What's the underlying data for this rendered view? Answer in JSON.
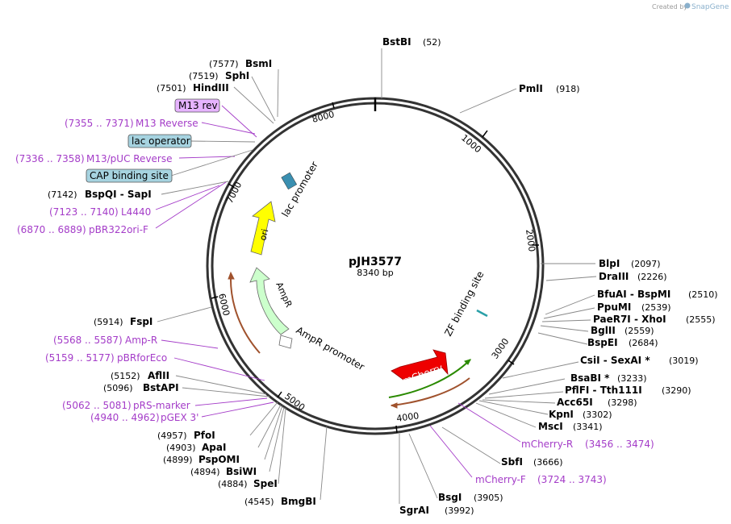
{
  "credit": {
    "prefix": "Created by",
    "brand": "SnapGene"
  },
  "plasmid": {
    "name": "pJH3577",
    "size": "8340 bp"
  },
  "ticks": [
    "1000",
    "2000",
    "3000",
    "4000",
    "5000",
    "6000",
    "7000",
    "8000"
  ],
  "sites": [
    {
      "name": "BstBI",
      "pos": "(52)"
    },
    {
      "name": "PmlI",
      "pos": "(918)"
    },
    {
      "name": "BlpI",
      "pos": "(2097)"
    },
    {
      "name": "DraIII",
      "pos": "(2226)"
    },
    {
      "name": "BfuAI  -  BspMI",
      "pos": "(2510)"
    },
    {
      "name": "PpuMI",
      "pos": "(2539)"
    },
    {
      "name": "PaeR7I  -  XhoI",
      "pos": "(2555)"
    },
    {
      "name": "BglII",
      "pos": "(2559)"
    },
    {
      "name": "BspEI",
      "pos": "(2684)"
    },
    {
      "name": "CsiI  -  SexAI *",
      "pos": "(3019)"
    },
    {
      "name": "BsaBI *",
      "pos": "(3233)"
    },
    {
      "name": "PflFI  -  Tth111I",
      "pos": "(3290)"
    },
    {
      "name": "Acc65I",
      "pos": "(3298)"
    },
    {
      "name": "KpnI",
      "pos": "(3302)"
    },
    {
      "name": "MscI",
      "pos": "(3341)"
    },
    {
      "name": "SbfI",
      "pos": "(3666)"
    },
    {
      "name": "BsgI",
      "pos": "(3905)"
    },
    {
      "name": "SgrAI",
      "pos": "(3992)"
    },
    {
      "name": "BmgBI",
      "pos": "(4545)"
    },
    {
      "name": "SpeI",
      "pos": "(4884)"
    },
    {
      "name": "BsiWI",
      "pos": "(4894)"
    },
    {
      "name": "PspOMI",
      "pos": "(4899)"
    },
    {
      "name": "ApaI",
      "pos": "(4903)"
    },
    {
      "name": "PfoI",
      "pos": "(4957)"
    },
    {
      "name": "BstAPI",
      "pos": "(5096)"
    },
    {
      "name": "AflII",
      "pos": "(5152)"
    },
    {
      "name": "FspI",
      "pos": "(5914)"
    },
    {
      "name": "BspQI  -  SapI",
      "pos": "(7142)"
    },
    {
      "name": "HindIII",
      "pos": "(7501)"
    },
    {
      "name": "SphI",
      "pos": "(7519)"
    },
    {
      "name": "BsmI",
      "pos": "(7577)"
    }
  ],
  "primers": [
    {
      "name": "mCherry-R",
      "pos": "(3456 .. 3474)"
    },
    {
      "name": "mCherry-F",
      "pos": "(3724 .. 3743)"
    },
    {
      "name": "pGEX 3'",
      "pos": "(4940 .. 4962)"
    },
    {
      "name": "pRS-marker",
      "pos": "(5062 .. 5081)"
    },
    {
      "name": "pBRforEco",
      "pos": "(5159 .. 5177)"
    },
    {
      "name": "Amp-R",
      "pos": "(5568 .. 5587)"
    },
    {
      "name": "pBR322ori-F",
      "pos": "(6870 .. 6889)"
    },
    {
      "name": "L4440",
      "pos": "(7123 .. 7140)"
    },
    {
      "name": "M13/pUC Reverse",
      "pos": "(7336 .. 7358)"
    },
    {
      "name": "M13 Reverse",
      "pos": "(7355 .. 7371)"
    }
  ],
  "boxed": {
    "m13_rev": "M13 rev",
    "lac_operator": "lac operator",
    "cap_site": "CAP binding site"
  },
  "features": {
    "ori": "ori",
    "ampr": "AmpR",
    "mcherry": "mCherry",
    "lac_promoter": "lac promoter",
    "ampr_promoter": "AmpR promoter",
    "zf_site": "ZF binding site"
  },
  "colors": {
    "ori": "#ffff00",
    "ampr": "#ccffcc",
    "mcherry": "#ee0000",
    "primer": "#a43cc8",
    "box_purple": "#e6b3ff",
    "box_blue": "#a6d3e0",
    "zf_mark": "#2aa0a8"
  }
}
